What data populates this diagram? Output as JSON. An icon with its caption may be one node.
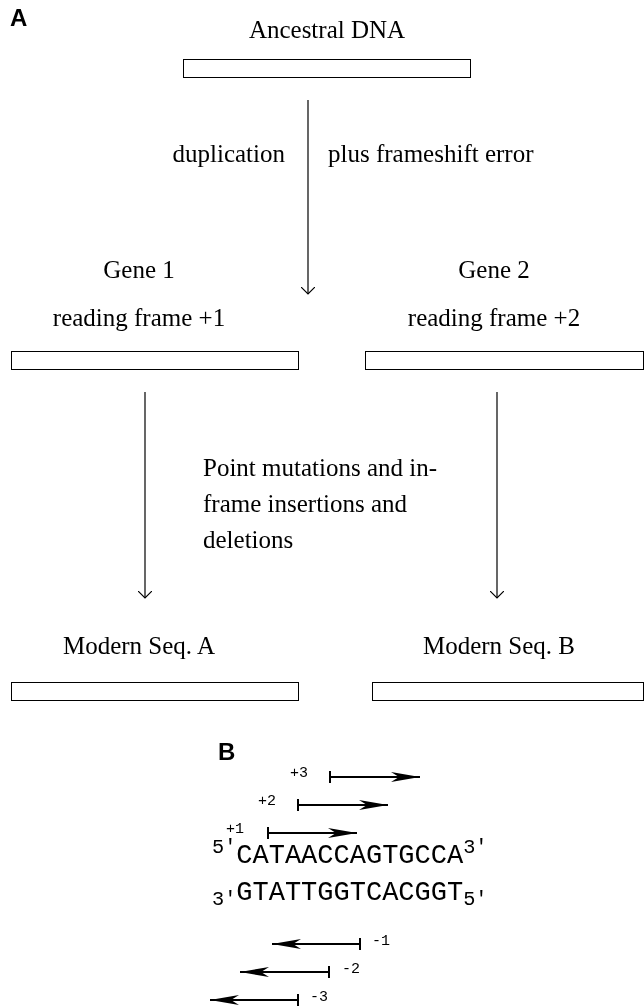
{
  "diagram": {
    "nodes": [
      {
        "text": [
          "Ancestral DNA"
        ]
      },
      {
        "text": [
          "Gene 1",
          "reading frame +1"
        ]
      },
      {
        "text": [
          "Gene 2",
          "reading frame +2"
        ]
      },
      {
        "text": [
          "Modern Seq. A"
        ]
      },
      {
        "text": [
          "Modern Seq. B"
        ]
      }
    ],
    "edges": [
      {
        "from": 0,
        "to": null,
        "arrow": "to"
      },
      {
        "from": 1,
        "to": 3,
        "arrow": "to"
      },
      {
        "from": 2,
        "to": 4,
        "arrow": "to"
      }
    ],
    "labels": [
      "A",
      "duplication",
      "plus frameshift error",
      "Point mutations and in-frame insertions and deletions",
      "B",
      "+3",
      "+2",
      "+1",
      "$^{5'}$CATAACCAGTGCCA$^{3'}$",
      "$_{3'}$GTATTGGTCACGGT$_{5'}$",
      "-1",
      "-2",
      "-3"
    ]
  }
}
